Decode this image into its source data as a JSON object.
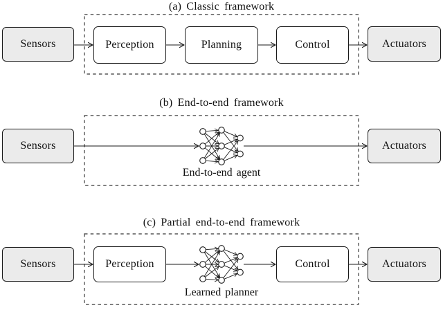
{
  "panels": {
    "a": {
      "title": "(a) Classic framework",
      "sensors": "Sensors",
      "perception": "Perception",
      "planning": "Planning",
      "control": "Control",
      "actuators": "Actuators"
    },
    "b": {
      "title": "(b) End-to-end framework",
      "sensors": "Sensors",
      "actuators": "Actuators",
      "agent_label": "End-to-end agent"
    },
    "c": {
      "title": "(c) Partial end-to-end framework",
      "sensors": "Sensors",
      "perception": "Perception",
      "control": "Control",
      "actuators": "Actuators",
      "agent_label": "Learned planner"
    }
  },
  "icons": {
    "neural_network": "feedforward neural network, 3 input / 3 hidden / 2 output nodes, fully connected with arrows"
  },
  "colors": {
    "background": "#ffffff",
    "terminal_box_fill": "#ebebeb",
    "box_border": "#1a1a1a",
    "line": "#1a1a1a",
    "dashed_boundary": "#565656"
  }
}
